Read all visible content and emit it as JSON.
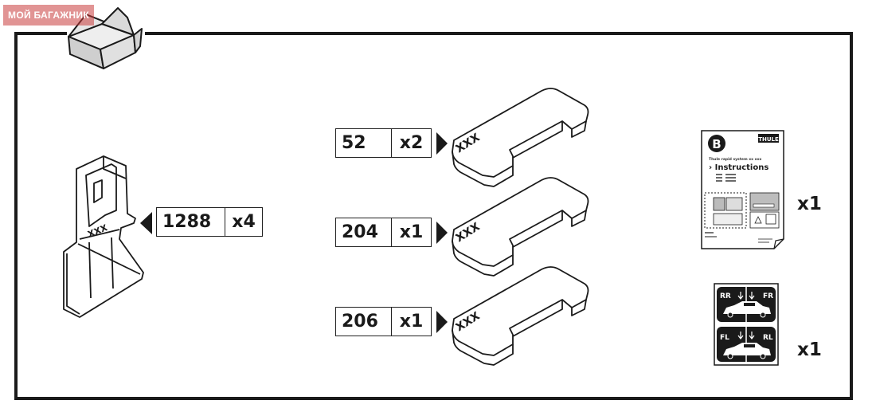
{
  "watermark": {
    "text": "МОЙ БАГАЖНИК"
  },
  "parts": {
    "foot": {
      "code": "1288",
      "qty": "x4",
      "marking": "XXX"
    },
    "pads": [
      {
        "code": "52",
        "qty": "x2",
        "marking": "XXX"
      },
      {
        "code": "204",
        "qty": "x1",
        "marking": "XXX"
      },
      {
        "code": "206",
        "qty": "x1",
        "marking": "XXX"
      }
    ]
  },
  "manual": {
    "badge": "B",
    "brand": "THULE",
    "subtitle": "Thule rapid system xx xxx",
    "heading": "› Instructions",
    "qty": "x1"
  },
  "sticker": {
    "labels": {
      "rr": "RR",
      "fr": "FR",
      "fl": "FL",
      "rl": "RL"
    },
    "qty": "x1"
  },
  "colors": {
    "line": "#1a1a1a",
    "box_fill": "#e2e2e2",
    "watermark": "#c83c3c"
  }
}
